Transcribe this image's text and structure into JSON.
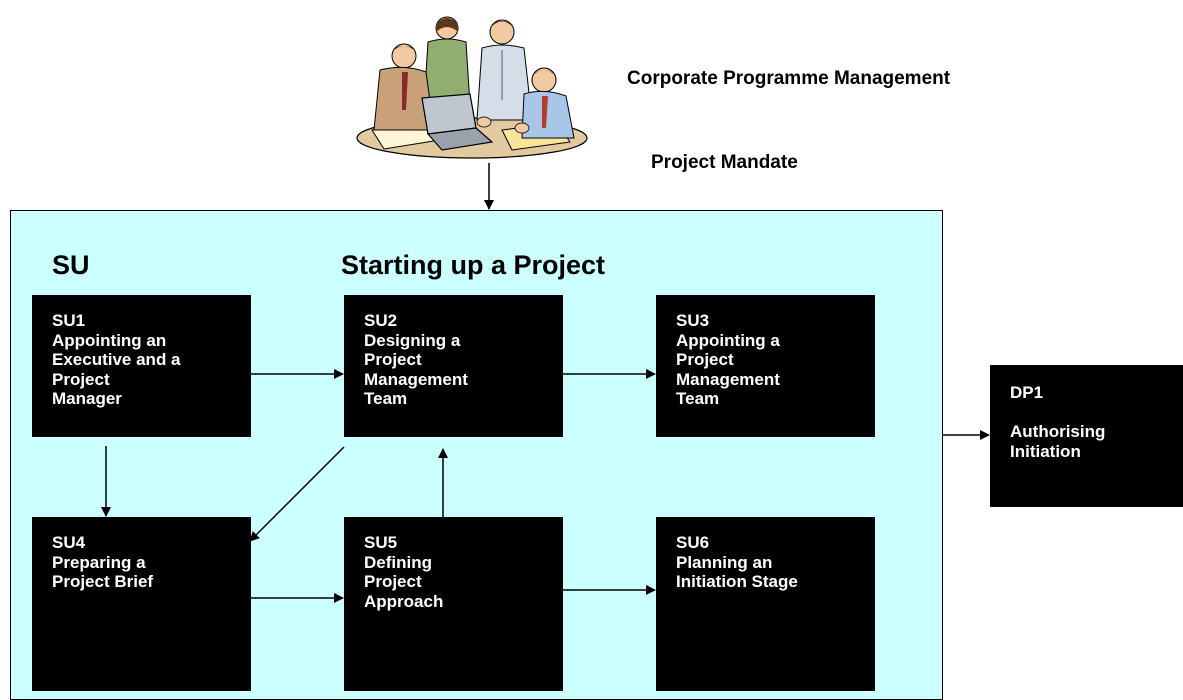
{
  "labels": {
    "corporate": "Corporate Programme Management",
    "mandate": "Project Mandate"
  },
  "panel": {
    "code": "SU",
    "title": "Starting up a Project"
  },
  "boxes": {
    "su1": {
      "code": "SU1",
      "lines": [
        "Appointing an",
        "Executive and a",
        "Project",
        "Manager"
      ]
    },
    "su2": {
      "code": "SU2",
      "lines": [
        "Designing a",
        "Project",
        "Management",
        "Team"
      ]
    },
    "su3": {
      "code": "SU3",
      "lines": [
        "Appointing a",
        "Project",
        "Management",
        "Team"
      ]
    },
    "su4": {
      "code": "SU4",
      "lines": [
        "Preparing a",
        "Project Brief"
      ]
    },
    "su5": {
      "code": "SU5",
      "lines": [
        "Defining",
        "Project",
        "Approach"
      ]
    },
    "su6": {
      "code": "SU6",
      "lines": [
        "Planning an",
        "Initiation Stage"
      ]
    },
    "dp1": {
      "code": "DP1",
      "lines": [
        "Authorising",
        "Initiation"
      ]
    }
  },
  "colors": {
    "panel_fill": "#ccffff",
    "box_fill": "#000000",
    "box_text": "#ffffff",
    "connector": "#000000"
  },
  "icons": {
    "team_illustration": "business-team-clipart"
  }
}
